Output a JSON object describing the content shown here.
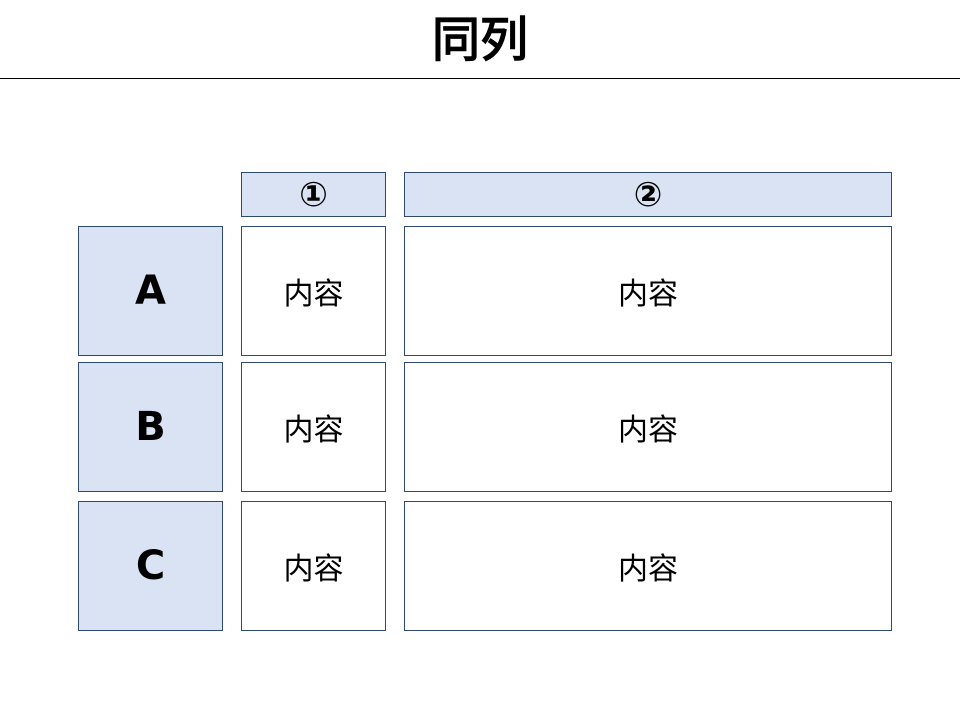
{
  "title": "同列",
  "columns": [
    "①",
    "②"
  ],
  "rows": [
    {
      "label": "A",
      "cells": [
        "内容",
        "内容"
      ]
    },
    {
      "label": "B",
      "cells": [
        "内容",
        "内容"
      ]
    },
    {
      "label": "C",
      "cells": [
        "内容",
        "内容"
      ]
    }
  ],
  "colors": {
    "header_fill": "#d9e3f3",
    "border": "#2f4a6e",
    "cell_fill": "#ffffff"
  }
}
